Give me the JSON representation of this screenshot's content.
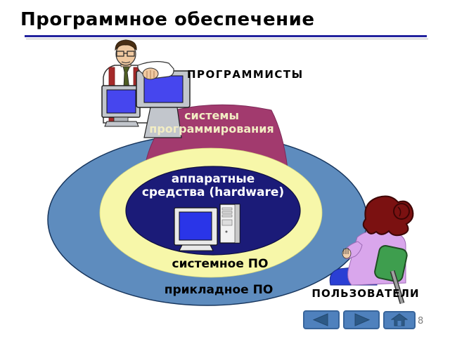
{
  "slide": {
    "title": "Программное обеспечение",
    "page_number": "8"
  },
  "actors": {
    "programmers_label": "ПРОГРАММИСТЫ",
    "users_label": "ПОЛЬЗОВАТЕЛИ"
  },
  "diagram": {
    "description": "concentric ellipses of software levels",
    "layers": [
      {
        "id": "systems-programming",
        "label": "системы программирования",
        "color": "#A23A6E",
        "text_color": "#F2EDC4"
      },
      {
        "id": "application-software",
        "label": "прикладное ПО",
        "color": "#5E8CBE",
        "text_color": "#000000"
      },
      {
        "id": "system-software",
        "label": "системное ПО",
        "color": "#F7F7A9",
        "text_color": "#000000"
      },
      {
        "id": "hardware",
        "label": "аппаратные средства (hardware)",
        "color": "#1B1B78",
        "text_color": "#FFFFFF"
      }
    ],
    "cliparts": [
      "programmer-with-monitors",
      "desktop-computer",
      "user-on-chair"
    ]
  },
  "nav": {
    "buttons": [
      {
        "name": "back",
        "icon": "arrow-left-icon"
      },
      {
        "name": "forward",
        "icon": "arrow-right-icon"
      },
      {
        "name": "home",
        "icon": "home-icon"
      }
    ]
  },
  "colors": {
    "title_underline": "#23239E",
    "button_fill": "#4F81BD",
    "button_border": "#38659B",
    "button_glyph": "#2D5986",
    "page_number": "#7F7F7F"
  }
}
